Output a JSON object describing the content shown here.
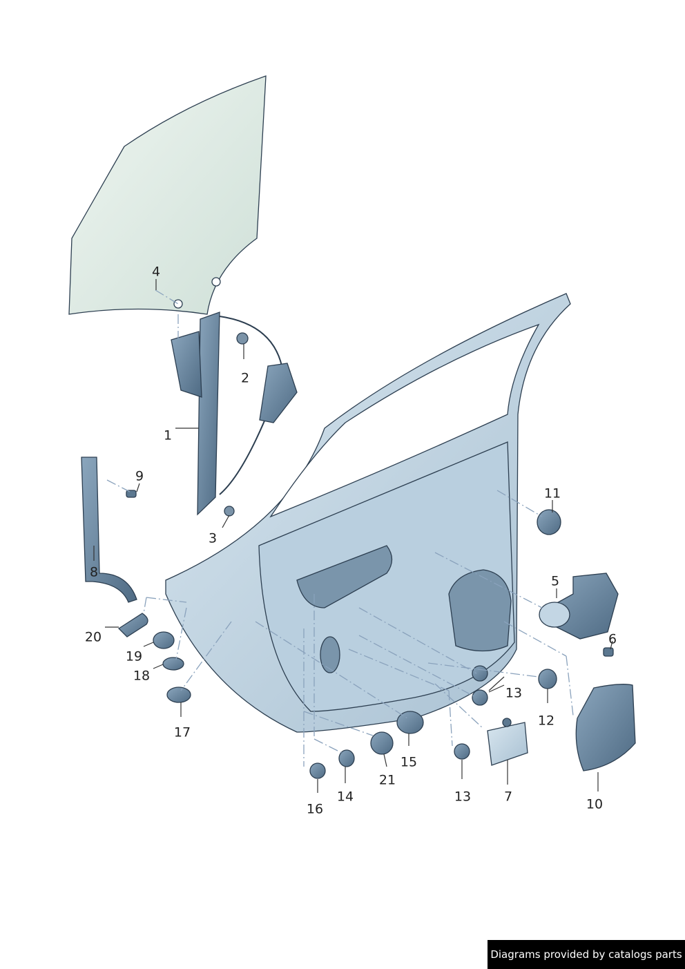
{
  "callouts": [
    {
      "id": "1",
      "label": "1"
    },
    {
      "id": "2",
      "label": "2"
    },
    {
      "id": "3",
      "label": "3"
    },
    {
      "id": "4",
      "label": "4"
    },
    {
      "id": "5",
      "label": "5"
    },
    {
      "id": "6",
      "label": "6"
    },
    {
      "id": "7",
      "label": "7"
    },
    {
      "id": "8",
      "label": "8"
    },
    {
      "id": "9",
      "label": "9"
    },
    {
      "id": "10",
      "label": "10"
    },
    {
      "id": "11",
      "label": "11"
    },
    {
      "id": "12",
      "label": "12"
    },
    {
      "id": "13a",
      "label": "13"
    },
    {
      "id": "13b",
      "label": "13"
    },
    {
      "id": "14",
      "label": "14"
    },
    {
      "id": "15",
      "label": "15"
    },
    {
      "id": "16",
      "label": "16"
    },
    {
      "id": "17",
      "label": "17"
    },
    {
      "id": "18",
      "label": "18"
    },
    {
      "id": "19",
      "label": "19"
    },
    {
      "id": "20",
      "label": "20"
    },
    {
      "id": "21",
      "label": "21"
    }
  ],
  "credit": "Diagrams provided by catalogs parts",
  "colors": {
    "part_fill": "#c3d6e4",
    "part_dark": "#6e8aa3",
    "glass": "#dbe8e2",
    "background": "#ffffff"
  }
}
